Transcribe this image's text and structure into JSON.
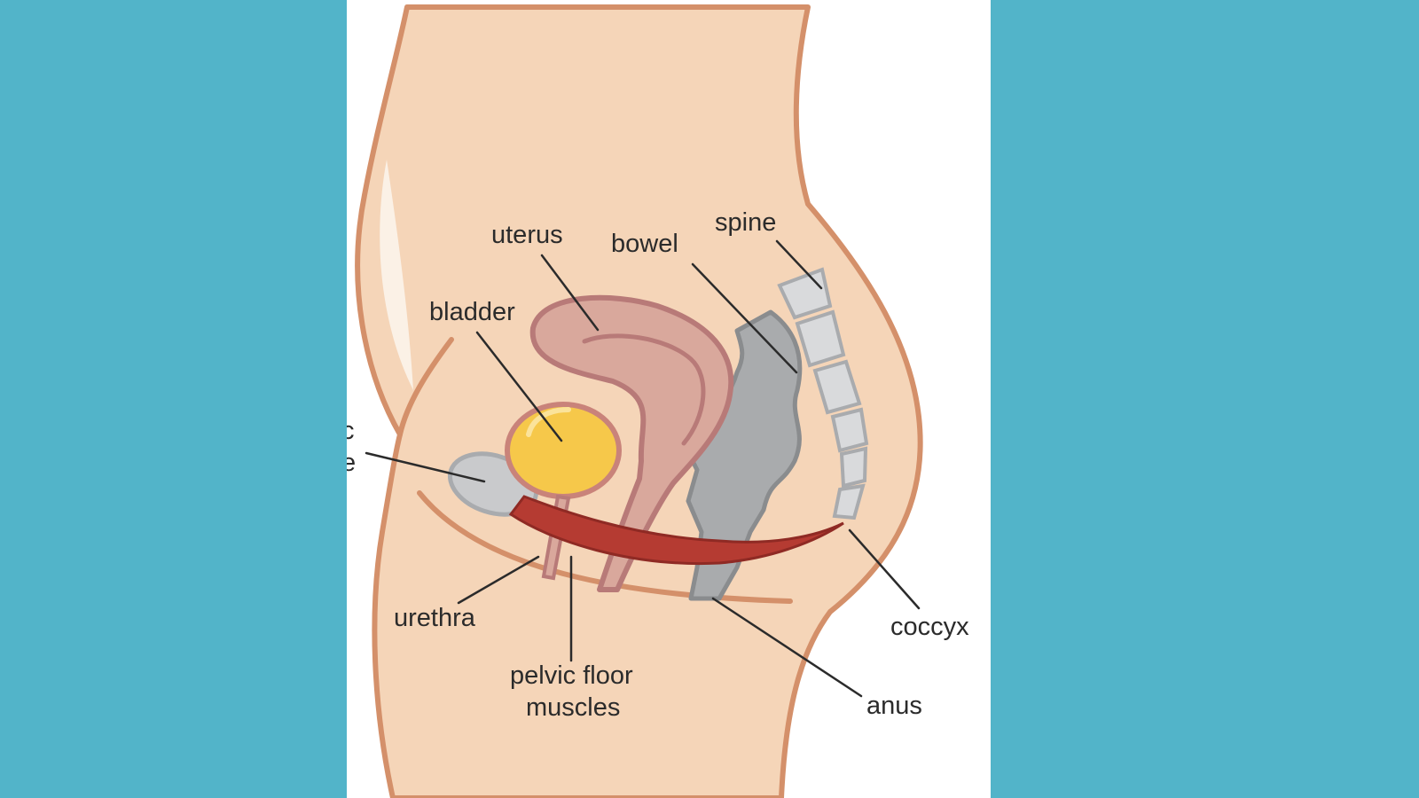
{
  "colors": {
    "background": "#52b4c9",
    "panel": "#ffffff",
    "skin": "#f5d5b8",
    "skin_outline": "#d4906a",
    "uterus": "#d9a89c",
    "uterus_outline": "#b87a78",
    "bladder": "#f6c84a",
    "bladder_outline": "#c9837a",
    "bowel": "#a9abad",
    "bowel_outline": "#8a8c8e",
    "bone": "#d9dadc",
    "bone_outline": "#a9abae",
    "muscle": "#b53b32",
    "leader_line": "#2b2b2b"
  },
  "labels": {
    "uterus": "uterus",
    "bowel": "bowel",
    "spine": "spine",
    "bladder": "bladder",
    "pubic_bone_line1": "c",
    "pubic_bone_line2": "e",
    "urethra": "urethra",
    "pelvic_floor_line1": "pelvic floor",
    "pelvic_floor_line2": "muscles",
    "coccyx": "coccyx",
    "anus": "anus"
  },
  "icons": {
    "anatomy": "pelvic-anatomy-illustration"
  }
}
